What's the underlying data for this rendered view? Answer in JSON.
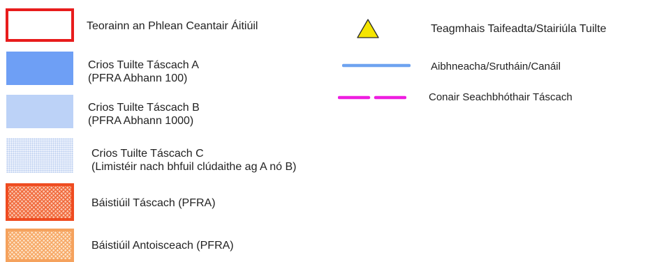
{
  "legend": {
    "items_left": [
      {
        "key": "boundary",
        "lines": [
          "Teorainn an Phlean Ceantair Áitiúil"
        ],
        "color": "#e81c1c",
        "symbol": "red-outline-box"
      },
      {
        "key": "zone_a",
        "lines": [
          "Crios Tuilte Táscach A",
          "(PFRA Abhann 100)"
        ],
        "color": "#6e9ff5",
        "symbol": "solid-blue-fill"
      },
      {
        "key": "zone_b",
        "lines": [
          "Crios Tuilte Táscach B",
          "(PFRA Abhann 1000)"
        ],
        "color": "#bcd2f7",
        "symbol": "solid-light-blue-fill"
      },
      {
        "key": "zone_c",
        "lines": [
          "Crios Tuilte Táscach C",
          "(Limistéir nach bhfuil clúdaithe ag A nó B)"
        ],
        "color": "#b9cdef",
        "symbol": "dotted-light-blue-fill"
      },
      {
        "key": "pluvial",
        "lines": [
          "Báistiúil Táscach (PFRA)"
        ],
        "color": "#ef4b20",
        "symbol": "hatched-red-orange-box"
      },
      {
        "key": "coastal",
        "lines": [
          "Báistiúil Antoisceach (PFRA)"
        ],
        "color": "#f5a25d",
        "symbol": "hatched-light-orange-box"
      }
    ],
    "items_right": [
      {
        "key": "flood_event",
        "lines": [
          "Teagmhais Taifeadta/Stairiúla Tuilte"
        ],
        "color": "#f5e500",
        "symbol": "yellow-triangle-icon"
      },
      {
        "key": "river",
        "lines": [
          "Aibhneacha/Srutháin/Canáil"
        ],
        "color": "#6ea3f0",
        "symbol": "blue-line"
      },
      {
        "key": "bypass",
        "lines": [
          "Conair Seachbhóthair Táscach"
        ],
        "color": "#ee1ee0",
        "symbol": "magenta-dashed-line"
      }
    ]
  }
}
